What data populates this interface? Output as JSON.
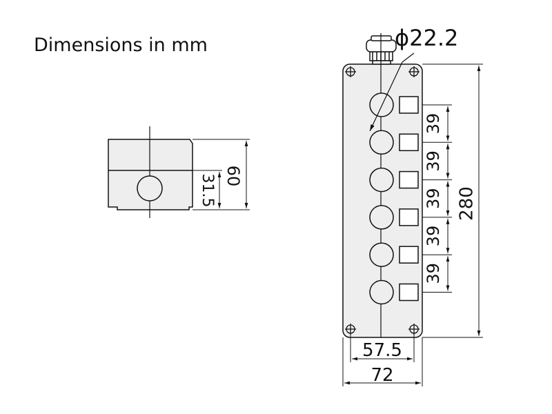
{
  "title": "Dimensions in mm",
  "side_view": {
    "height_label": "60",
    "hole_center_label": "31.5"
  },
  "front_view": {
    "hole_diameter_label": "ϕ22.2",
    "pitch_labels": [
      "39",
      "39",
      "39",
      "39",
      "39"
    ],
    "total_height_label": "280",
    "mount_spacing_label": "57.5",
    "width_label": "72",
    "button_count": 6
  },
  "colors": {
    "line": "#111111",
    "body_fill": "#eeeeee",
    "background": "#ffffff"
  }
}
